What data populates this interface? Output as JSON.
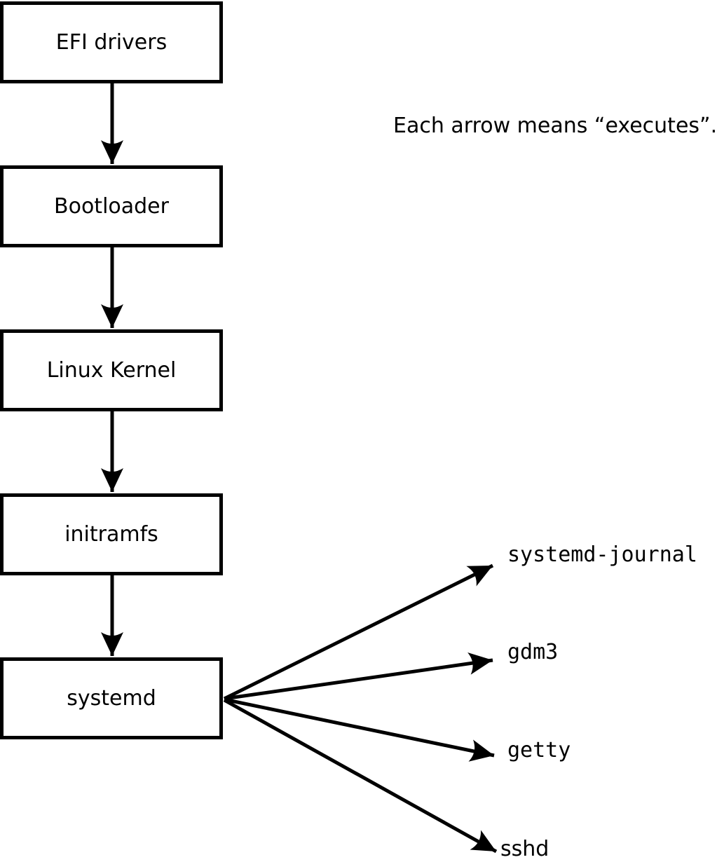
{
  "note": {
    "text": "Each arrow means “executes”."
  },
  "boot_chain": {
    "nodes": [
      {
        "label": "EFI drivers"
      },
      {
        "label": "Bootloader"
      },
      {
        "label": "Linux Kernel"
      },
      {
        "label": "initramfs"
      },
      {
        "label": "systemd"
      }
    ]
  },
  "services": {
    "items": [
      {
        "label": "systemd-journal"
      },
      {
        "label": "gdm3"
      },
      {
        "label": "getty"
      },
      {
        "label": "sshd"
      }
    ]
  },
  "colors": {
    "foreground": "#000000",
    "background": "#ffffff",
    "box_fill": "#ffffff"
  }
}
